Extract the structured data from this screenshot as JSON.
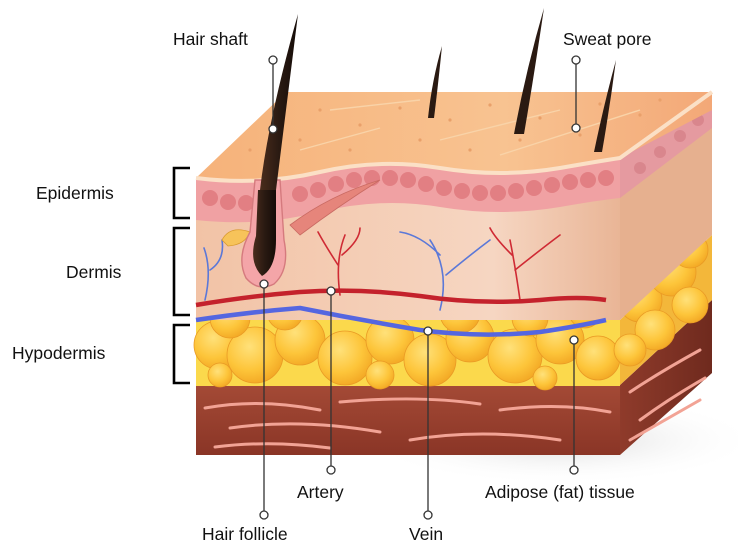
{
  "diagram": {
    "labels": {
      "hair_shaft": "Hair shaft",
      "sweat_pore": "Sweat pore",
      "epidermis": "Epidermis",
      "dermis": "Dermis",
      "hypodermis": "Hypodermis",
      "artery": "Artery",
      "adipose_tissue": "Adipose (fat) tissue",
      "hair_follicle": "Hair follicle",
      "vein": "Vein"
    },
    "colors": {
      "skin_surface": "#f6ba86",
      "epidermis": "#f0a1a3",
      "dermis": "#f3c9ae",
      "fat": "#fdc53a",
      "muscle": "#9a3f2e",
      "hair": "#2a1a12",
      "artery": "#c4222c",
      "vein": "#5566e0",
      "callout": "#333333"
    }
  }
}
